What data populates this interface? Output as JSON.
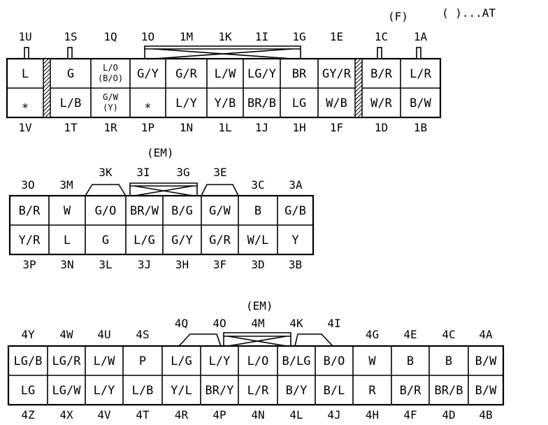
{
  "header": {
    "f_note": "(F)",
    "at_note": "( )...AT"
  },
  "connector1": {
    "top_labels": [
      "1U",
      "1S",
      "1Q",
      "1O",
      "1M",
      "1K",
      "1I",
      "1G",
      "1E",
      "1C",
      "1A"
    ],
    "top_cells": [
      {
        "text": "L"
      },
      {
        "text": "G"
      },
      {
        "text": "L/O",
        "text2": "(B/O)"
      },
      {
        "text": "G/Y"
      },
      {
        "text": "G/R"
      },
      {
        "text": "L/W"
      },
      {
        "text": "LG/Y"
      },
      {
        "text": "BR"
      },
      {
        "text": "GY/R"
      },
      {
        "text": "B/R"
      },
      {
        "text": "L/R"
      }
    ],
    "bottom_cells": [
      {
        "text": "*"
      },
      {
        "text": "L/B"
      },
      {
        "text": "G/W",
        "text2": "(Y)"
      },
      {
        "text": "*"
      },
      {
        "text": "L/Y"
      },
      {
        "text": "Y/B"
      },
      {
        "text": "BR/B"
      },
      {
        "text": "LG"
      },
      {
        "text": "W/B"
      },
      {
        "text": "W/R"
      },
      {
        "text": "B/W"
      }
    ],
    "bottom_labels": [
      "1V",
      "1T",
      "1R",
      "1P",
      "1N",
      "1L",
      "1J",
      "1H",
      "1F",
      "1D",
      "1B"
    ]
  },
  "connector3": {
    "em_label": "(EM)",
    "top_labels": [
      "3O",
      "3M",
      "3K",
      "3I",
      "3G",
      "3E",
      "3C",
      "3A"
    ],
    "top_cells": [
      "B/R",
      "W",
      "G/O",
      "BR/W",
      "B/G",
      "G/W",
      "B",
      "G/B"
    ],
    "bottom_cells": [
      "Y/R",
      "L",
      "G",
      "L/G",
      "G/Y",
      "G/R",
      "W/L",
      "Y"
    ],
    "bottom_labels": [
      "3P",
      "3N",
      "3L",
      "3J",
      "3H",
      "3F",
      "3D",
      "3B"
    ]
  },
  "connector4": {
    "em_label": "(EM)",
    "top_labels": [
      "4Y",
      "4W",
      "4U",
      "4S",
      "4Q",
      "4O",
      "4M",
      "4K",
      "4I",
      "4G",
      "4E",
      "4C",
      "4A"
    ],
    "top_cells": [
      "LG/B",
      "LG/R",
      "L/W",
      "P",
      "L/G",
      "L/Y",
      "L/O",
      "B/LG",
      "B/O",
      "W",
      "B",
      "B",
      "B/W"
    ],
    "bottom_cells": [
      "LG",
      "LG/W",
      "L/Y",
      "L/B",
      "Y/L",
      "BR/Y",
      "L/R",
      "B/Y",
      "B/L",
      "R",
      "B/R",
      "BR/B",
      "B/W"
    ],
    "bottom_labels": [
      "4Z",
      "4X",
      "4V",
      "4T",
      "4R",
      "4P",
      "4N",
      "4L",
      "4J",
      "4H",
      "4F",
      "4D",
      "4B"
    ]
  }
}
